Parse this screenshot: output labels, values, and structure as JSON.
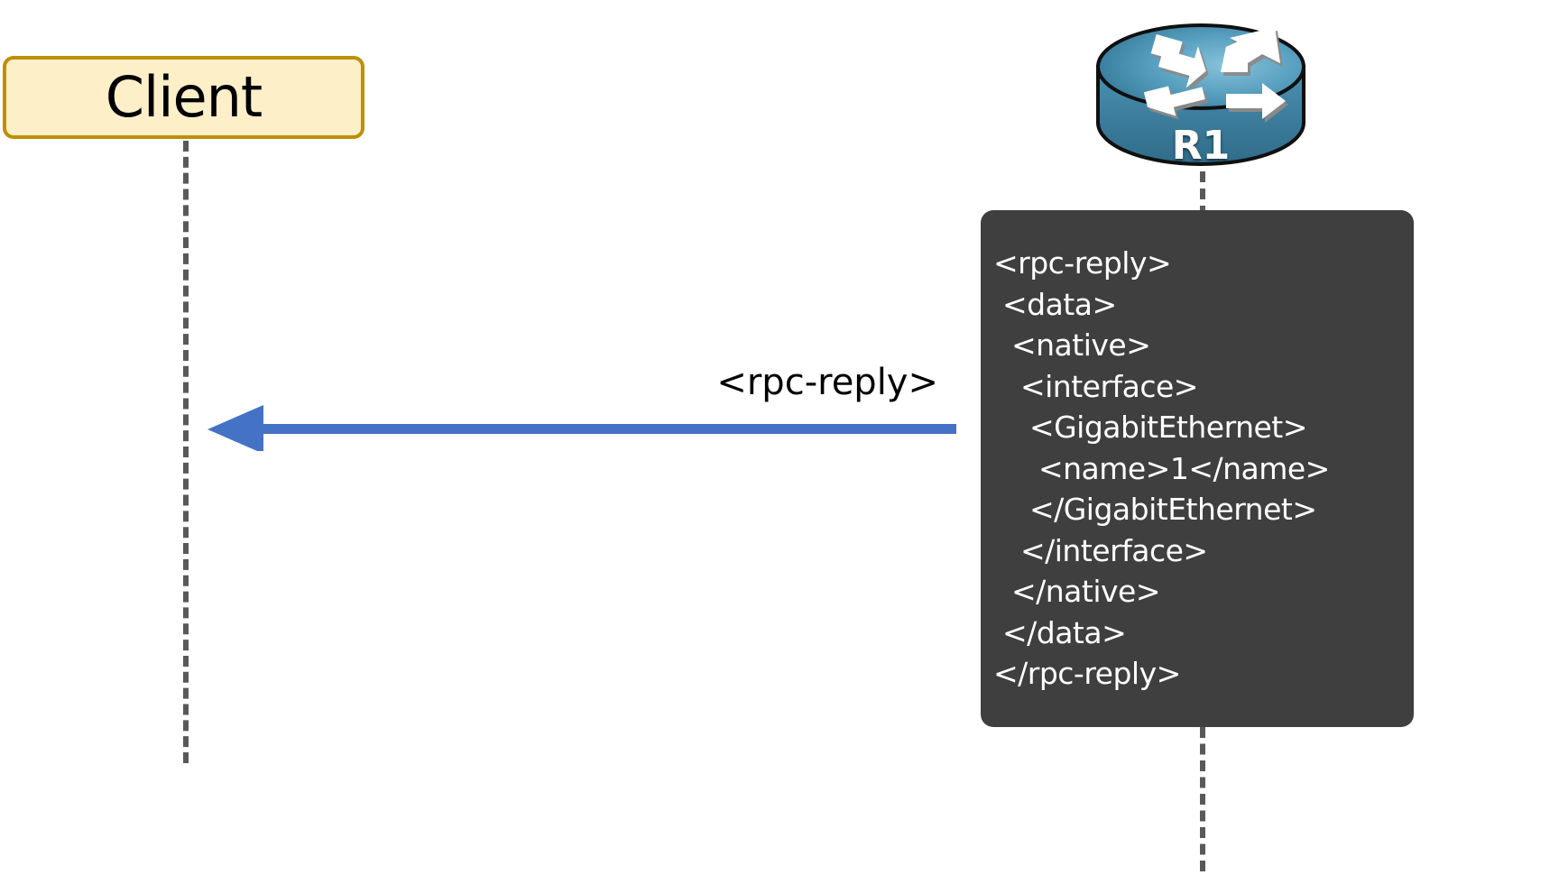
{
  "diagram": {
    "type": "sequence-diagram",
    "title": "NETCONF rpc-reply from R1 to Client",
    "background_color": "#ffffff"
  },
  "actors": [
    {
      "id": "client",
      "label": "Client",
      "shape": "rounded-rectangle",
      "fill_color": "#fdefc8",
      "border_color": "#bf8f00",
      "text_color": "#000000"
    },
    {
      "id": "router",
      "label": "R1",
      "shape": "cisco-router-icon",
      "icon_name": "router-icon",
      "fill_color": "#3d7f9e",
      "text_color": "#ffffff"
    }
  ],
  "lifelines": {
    "style": "dashed",
    "color": "#595959"
  },
  "message": {
    "label": "<rpc-reply>",
    "direction": "right-to-left",
    "from": "router",
    "to": "client",
    "line_color": "#4472c4",
    "arrow_head": "solid-triangle"
  },
  "payload": {
    "title": "rpc-reply-xml",
    "background_color": "#3f3f3f",
    "text_color": "#ffffff",
    "lines": [
      "<rpc-reply>",
      " <data>",
      "  <native>",
      "   <interface>",
      "    <GigabitEthernet>",
      "     <name>1</name>",
      "    </GigabitEthernet>",
      "   </interface>",
      "  </native>",
      " </data>",
      "</rpc-reply>"
    ],
    "text": "<rpc-reply>\n <data>\n  <native>\n   <interface>\n    <GigabitEthernet>\n     <name>1</name>\n    </GigabitEthernet>\n   </interface>\n  </native>\n </data>\n</rpc-reply>"
  }
}
